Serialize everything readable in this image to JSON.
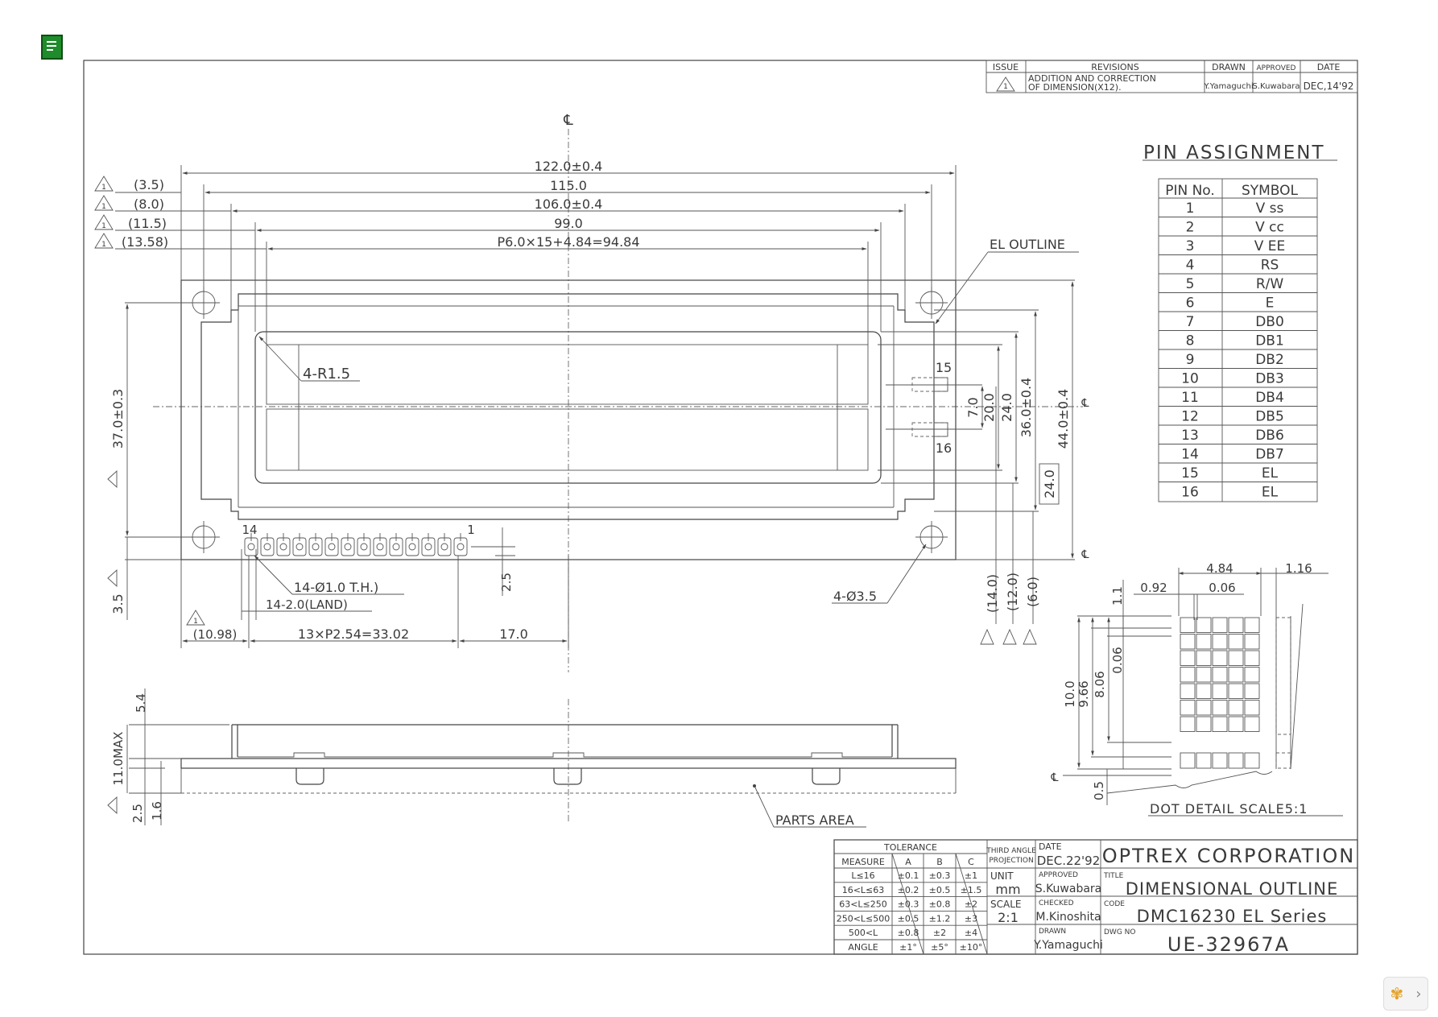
{
  "viewer": {
    "doc_icon": "green-document-icon",
    "widget_icon": "pinwheel-logo-icon",
    "next_icon": "chevron-right-icon",
    "next_label": "›"
  },
  "revision_block": {
    "headers": [
      "ISSUE",
      "REVISIONS",
      "DRAWN",
      "APPROVED",
      "DATE"
    ],
    "issue_symbol": "1",
    "revision_text_line1": "ADDITION AND CORRECTION",
    "revision_text_line2": "OF DIMENSION(X12).",
    "drawn": "Y.Yamaguchi",
    "approved": "S.Kuwabara",
    "date": "DEC,14'92"
  },
  "pin_assignment": {
    "title": "PIN ASSIGNMENT",
    "col_pin": "PIN No.",
    "col_symbol": "SYMBOL",
    "rows": [
      {
        "pin": "1",
        "symbol": "V ss"
      },
      {
        "pin": "2",
        "symbol": "V cc"
      },
      {
        "pin": "3",
        "symbol": "V EE"
      },
      {
        "pin": "4",
        "symbol": "RS"
      },
      {
        "pin": "5",
        "symbol": "R/W"
      },
      {
        "pin": "6",
        "symbol": "E"
      },
      {
        "pin": "7",
        "symbol": "DB0"
      },
      {
        "pin": "8",
        "symbol": "DB1"
      },
      {
        "pin": "9",
        "symbol": "DB2"
      },
      {
        "pin": "10",
        "symbol": "DB3"
      },
      {
        "pin": "11",
        "symbol": "DB4"
      },
      {
        "pin": "12",
        "symbol": "DB5"
      },
      {
        "pin": "13",
        "symbol": "DB6"
      },
      {
        "pin": "14",
        "symbol": "DB7"
      },
      {
        "pin": "15",
        "symbol": "EL"
      },
      {
        "pin": "16",
        "symbol": "EL"
      }
    ]
  },
  "dimensions": {
    "center_mark": "℄",
    "d_122": "122.0±0.4",
    "d_115": "115.0",
    "d_106": "106.0±0.4",
    "d_99": "99.0",
    "d_pitch": "P6.0×15+4.84=94.84",
    "d_3_5": "(3.5)",
    "d_8_0": "(8.0)",
    "d_11_5": "(11.5)",
    "d_13_58": "(13.58)",
    "el_outline": "EL OUTLINE",
    "radius": "4-R1.5",
    "pin15": "15",
    "pin16": "16",
    "d_7_0": "7.0",
    "d_20_0": "20.0",
    "d_24_0": "24.0",
    "d_36_0": "36.0±0.4",
    "d_44_0": "44.0±0.4",
    "d_24_0_box": "24.0",
    "d_37_0": "37.0±0.3",
    "d_3_5_side": "3.5",
    "pin14": "14",
    "pin1": "1",
    "holes_th": "14-Ø1.0 T.H.)",
    "land": "14-2.0(LAND)",
    "d_2_5": "2.5",
    "mount_holes": "4-Ø3.5",
    "d_14_0p": "(14.0)",
    "d_12_0p": "(12.0)",
    "d_6_0p": "(6.0)",
    "d_10_98": "(10.98)",
    "d_pin_pitch": "13×P2.54=33.02",
    "d_17_0": "17.0",
    "d_5_4": "5.4",
    "d_11_0max": "11.0MAX",
    "d_2_5b": "2.5",
    "d_1_6": "1.6",
    "parts_area": "PARTS AREA",
    "d_4_84": "4.84",
    "d_1_16": "1.16",
    "d_0_92": "0.92",
    "d_0_06": "0.06",
    "d_1_1": "1.1",
    "d_0_06v": "0.06",
    "d_10_0": "10.0",
    "d_9_66": "9.66",
    "d_8_06": "8.06",
    "d_0_5": "0.5",
    "dot_detail": "DOT DETAIL SCALE5:1",
    "triangle_mark": "1"
  },
  "title_block": {
    "tolerance_title": "TOLERANCE",
    "tol_headers": [
      "MEASURE",
      "A",
      "B",
      "C"
    ],
    "tol_rows": [
      [
        "L≤16",
        "±0.1",
        "±0.3",
        "±1"
      ],
      [
        "16<L≤63",
        "±0.2",
        "±0.5",
        "±1.5"
      ],
      [
        "63<L≤250",
        "±0.3",
        "±0.8",
        "±2"
      ],
      [
        "250<L≤500",
        "±0.5",
        "±1.2",
        "±3"
      ],
      [
        "500<L",
        "±0.8",
        "±2",
        "±4"
      ],
      [
        "ANGLE",
        "±1°",
        "±5°",
        "±10°"
      ]
    ],
    "projection": "THIRD ANGLE PROJECTION",
    "projection_l1": "THIRD ANGLE",
    "projection_l2": "PROJECTION",
    "unit_label": "UNIT",
    "unit_value": "mm",
    "scale_label": "SCALE",
    "scale_value": "2:1",
    "date_label": "DATE",
    "date_value": "DEC.22'92",
    "approved_label": "APPROVED",
    "approved_value": "S.Kuwabara",
    "checked_label": "CHECKED",
    "checked_value": "M.Kinoshita",
    "drawn_label": "DRAWN",
    "drawn_value": "Y.Yamaguchi",
    "company": "OPTREX CORPORATION",
    "title_label": "TITLE",
    "title_value": "DIMENSIONAL OUTLINE",
    "code_label": "CODE",
    "code_value": "DMC16230 EL Series",
    "dwg_label": "DWG NO",
    "dwg_value": "UE-32967A"
  }
}
